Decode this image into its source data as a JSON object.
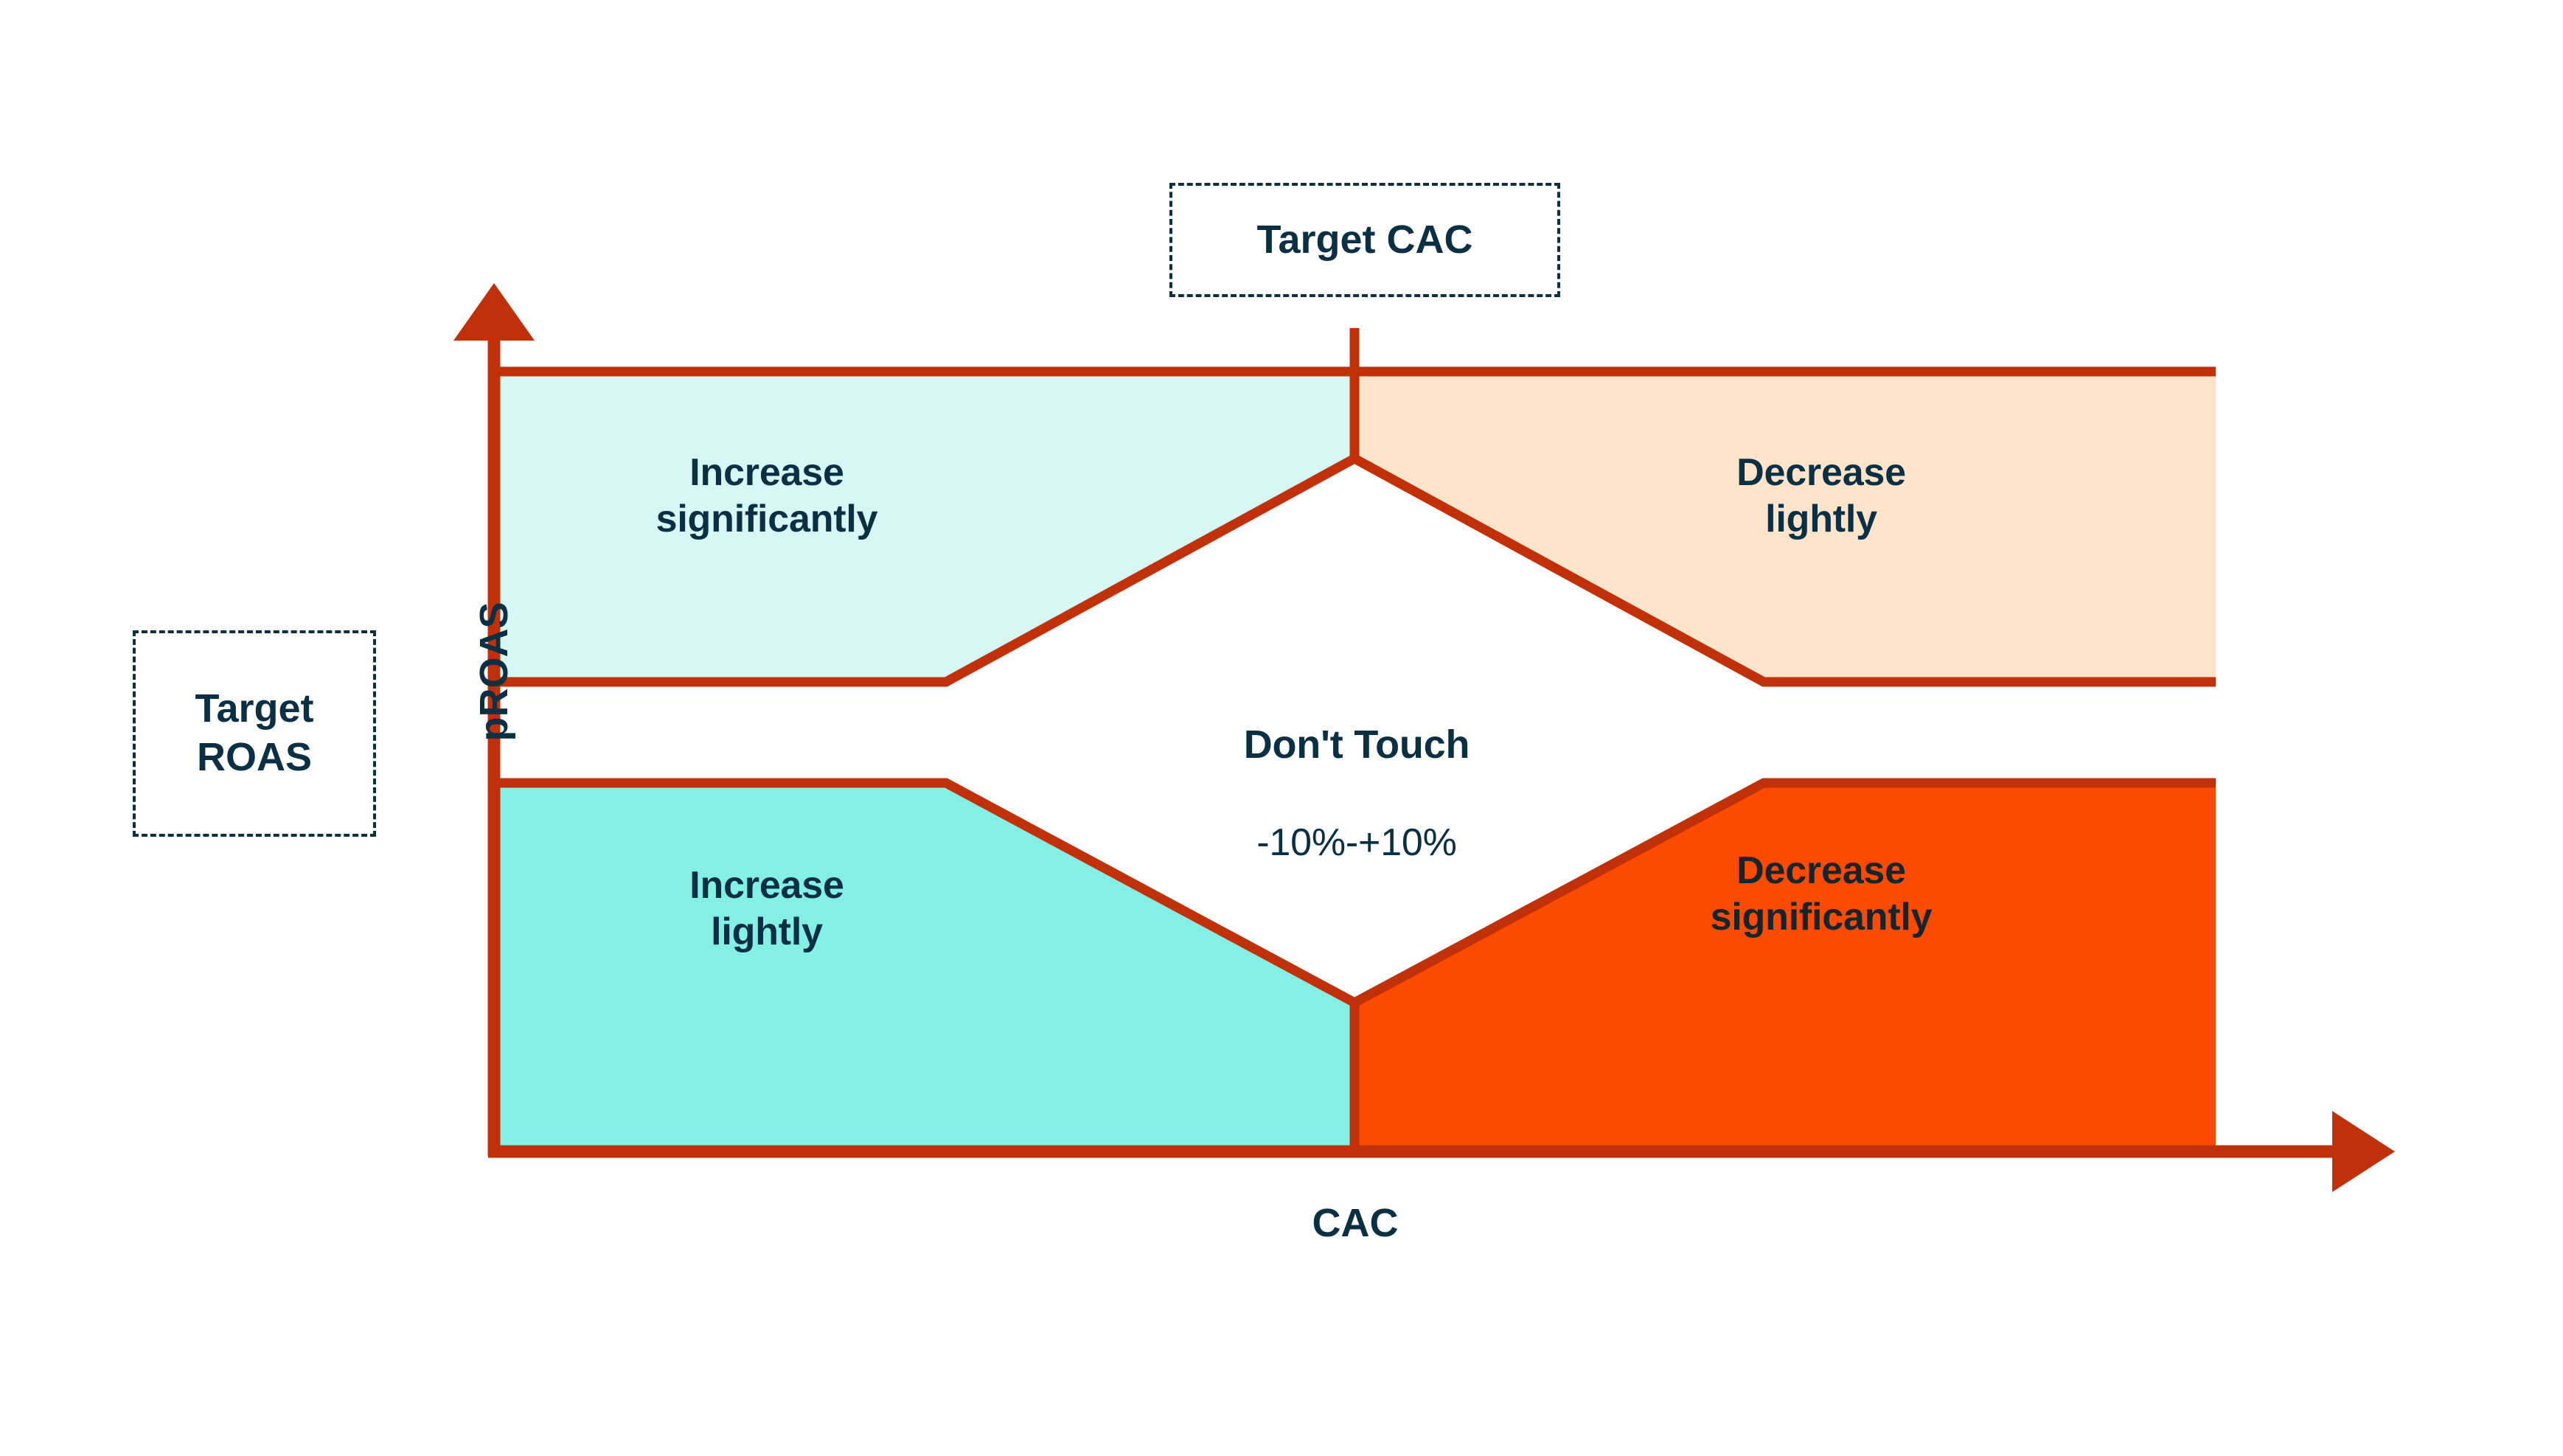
{
  "chart_data": {
    "type": "diagram",
    "title": "CAC vs pROAS bidding action matrix",
    "xlabel": "CAC",
    "ylabel": "pROAS",
    "axes": {
      "x_axis_label": "CAC",
      "y_axis_label": "pROAS",
      "x_axis_direction": "right",
      "y_axis_direction": "up"
    },
    "reference_lines": [
      {
        "name": "Target CAC",
        "orientation": "vertical",
        "label": "Target CAC"
      },
      {
        "name": "Target ROAS",
        "orientation": "horizontal",
        "label": "Target\nROAS"
      }
    ],
    "zones": [
      {
        "id": "increase-significantly",
        "label": "Increase\nsignificantly",
        "quadrant": "high-pROAS / low-CAC",
        "fill": "#d6f7f4",
        "text_color": "#0b3044"
      },
      {
        "id": "decrease-lightly",
        "label": "Decrease\nlightly",
        "quadrant": "high-pROAS / high-CAC",
        "fill": "#fde4cb",
        "text_color": "#0b3044"
      },
      {
        "id": "increase-lightly",
        "label": "Increase\nlightly",
        "quadrant": "low-pROAS / low-CAC",
        "fill": "#83efe5",
        "text_color": "#0b3044"
      },
      {
        "id": "decrease-significantly",
        "label": "Decrease\nsignificantly",
        "quadrant": "low-pROAS / high-CAC",
        "fill": "#fb4b00",
        "text_color": "#16242b"
      },
      {
        "id": "dont-touch",
        "label": "Don't Touch",
        "range": "-10%-+10%",
        "quadrant": "center deadband",
        "fill": "#ffffff",
        "text_color": "#0b3044"
      }
    ],
    "colors": {
      "stroke": "#c0310a",
      "text": "#0b3044",
      "increase_significantly_fill": "#d6f7f4",
      "increase_lightly_fill": "#83efe5",
      "decrease_lightly_fill": "#fde4cb",
      "decrease_significantly_fill": "#fb4b00",
      "background": "#ffffff"
    }
  },
  "labels": {
    "target_cac": "Target CAC",
    "target_roas": "Target\nROAS",
    "axis_y": "pROAS",
    "axis_x": "CAC",
    "increase_significantly": "Increase\nsignificantly",
    "increase_lightly": "Increase\nlightly",
    "decrease_lightly": "Decrease\nlightly",
    "decrease_significantly": "Decrease\nsignificantly",
    "dont_touch_title": "Don't Touch",
    "dont_touch_range": "-10%-+10%"
  }
}
